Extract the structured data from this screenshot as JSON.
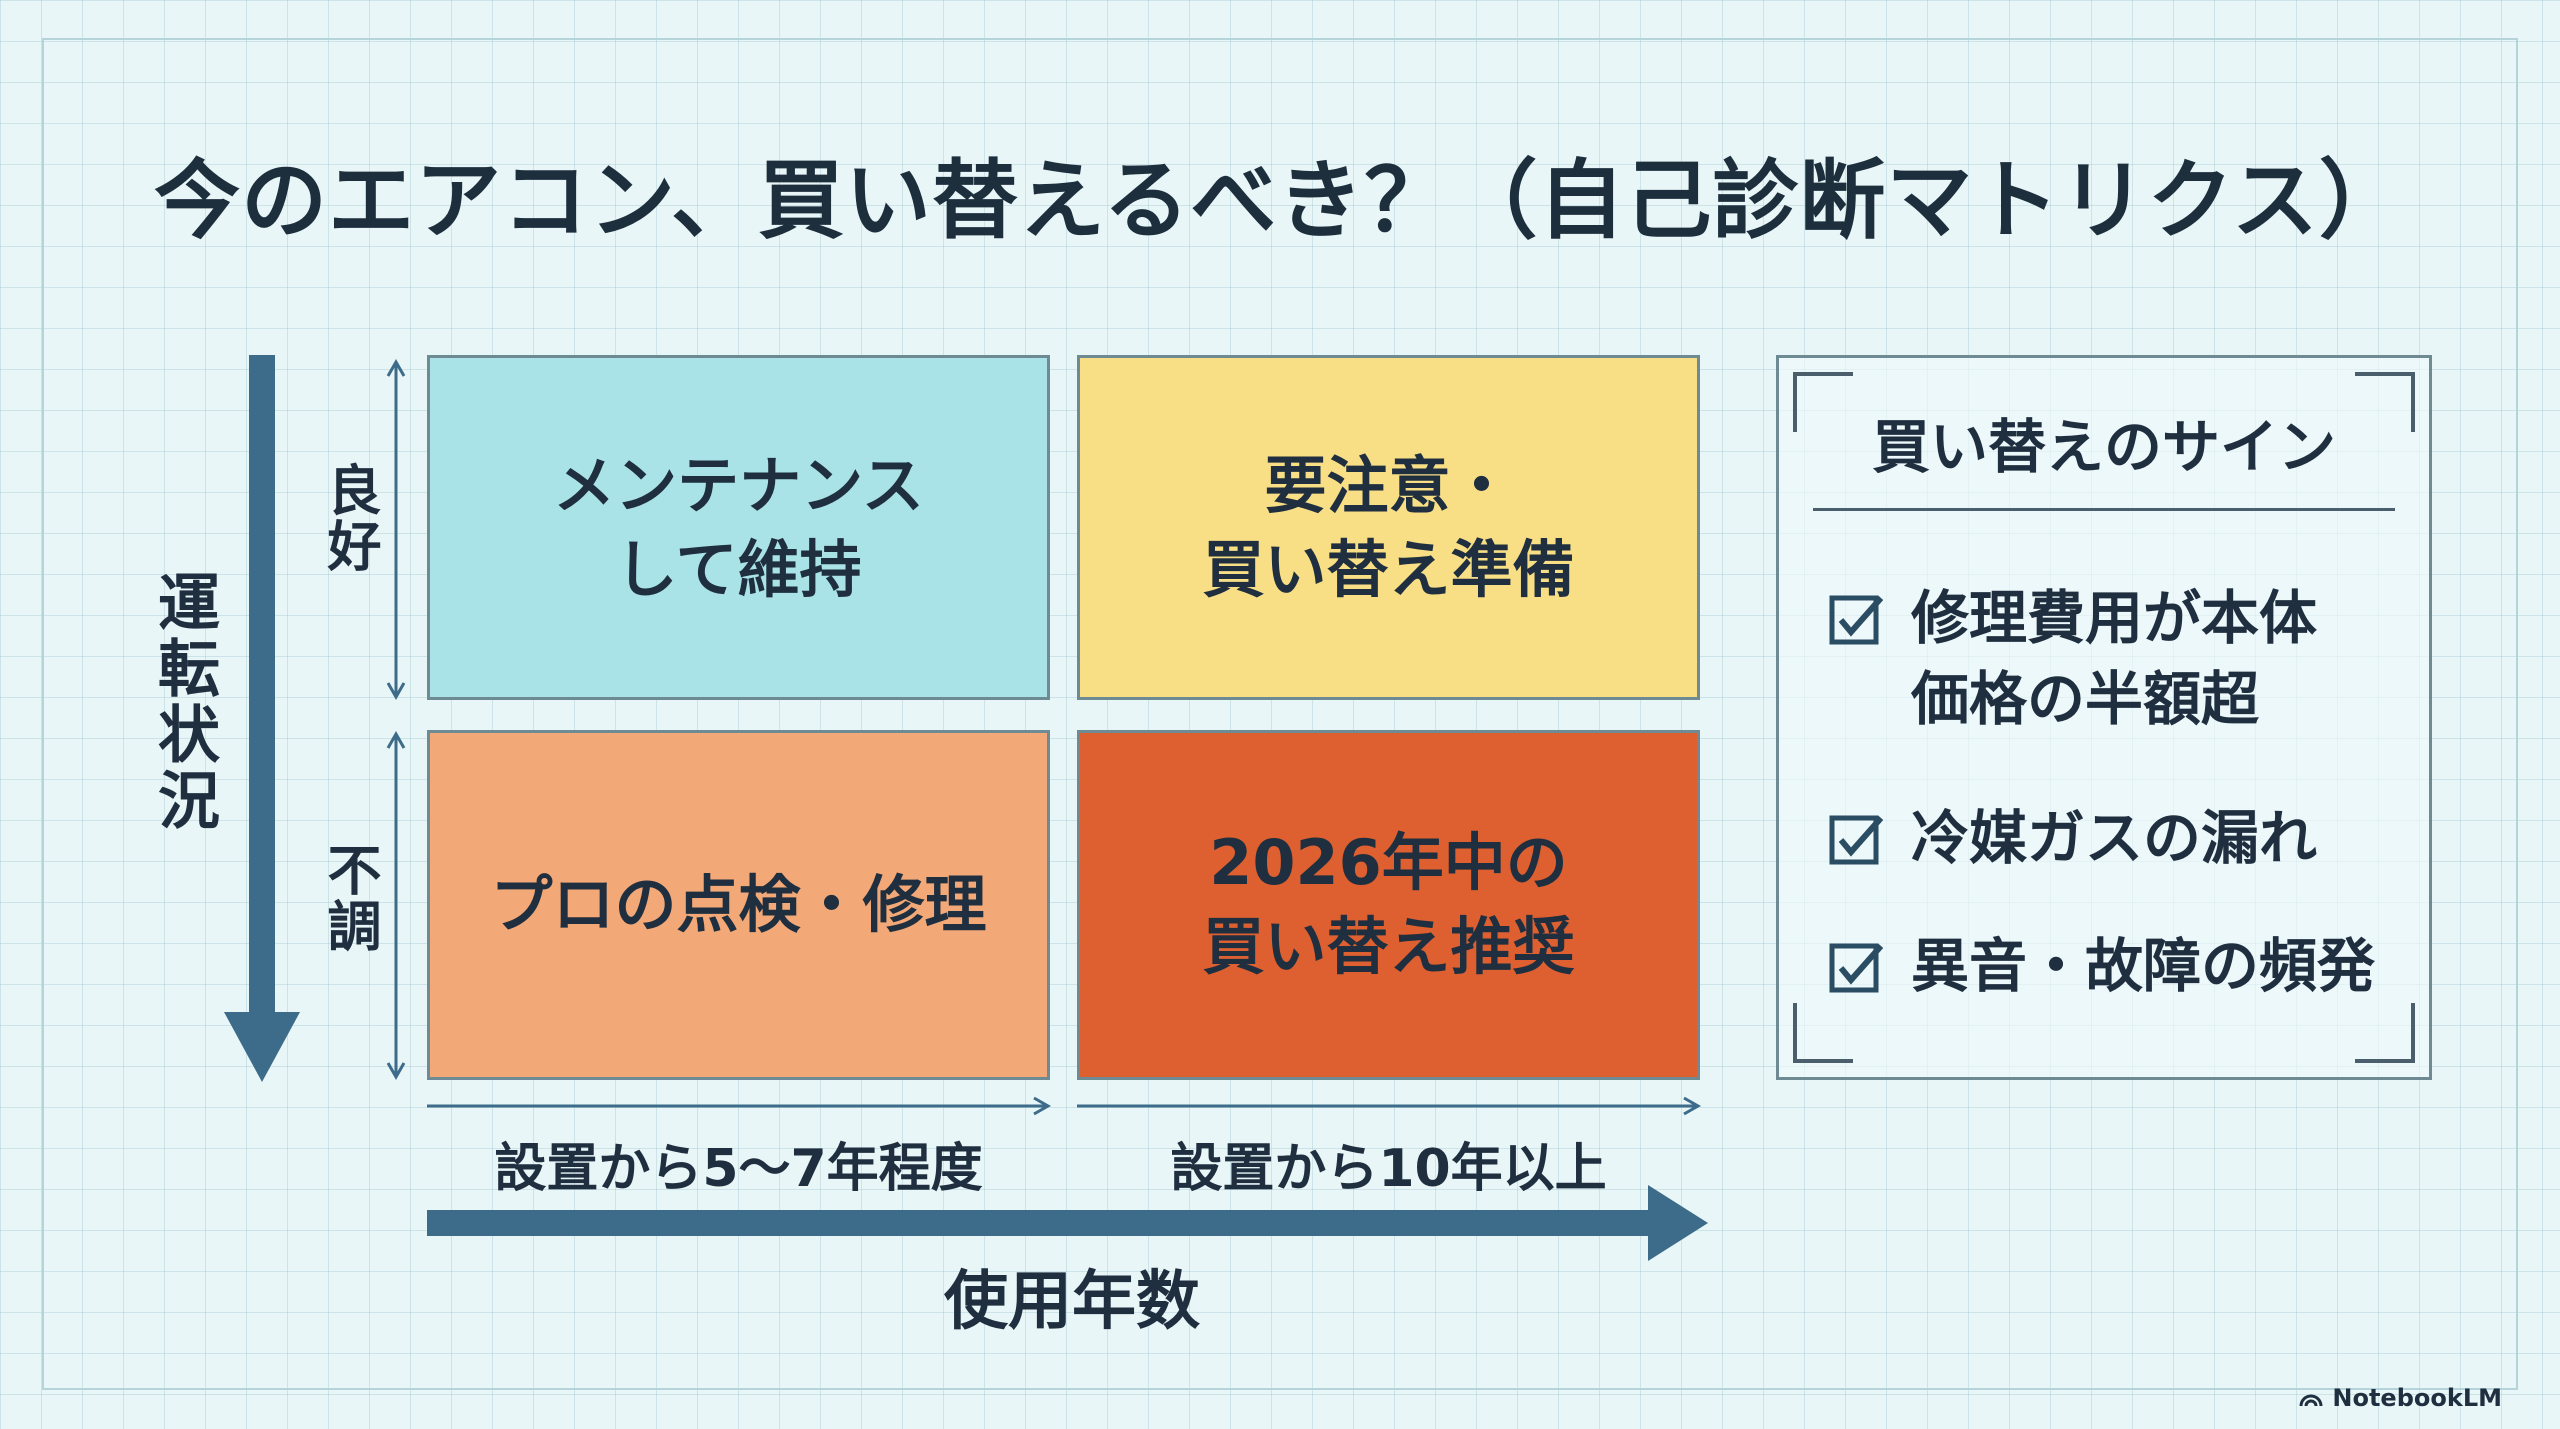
{
  "title": "今のエアコン、買い替えるべき？（自己診断マトリクス）",
  "axis_y": {
    "title": "運転状況",
    "rows": [
      "良好",
      "不調"
    ]
  },
  "axis_x": {
    "title": "使用年数",
    "columns": [
      "設置から5〜7年程度",
      "設置から10年以上"
    ]
  },
  "quadrants": {
    "top_left": [
      "メンテナンス",
      "して維持"
    ],
    "top_right": [
      "要注意・",
      "買い替え準備"
    ],
    "bottom_left": [
      "プロの点検・修理"
    ],
    "bottom_right": [
      "2026年中の",
      "買い替え推奨"
    ]
  },
  "colors": {
    "top_left": "#a9e3e8",
    "top_right": "#f8df86",
    "bottom_left": "#f3a877",
    "bottom_right": "#de6030",
    "arrow": "#3d6b8a"
  },
  "signs": {
    "title": "買い替えのサイン",
    "items": [
      [
        "修理費用が本体",
        "価格の半額超"
      ],
      [
        "冷媒ガスの漏れ"
      ],
      [
        "異音・故障の頻発"
      ]
    ],
    "icon": "checkbox-checked-icon"
  },
  "brand": "NotebookLM"
}
